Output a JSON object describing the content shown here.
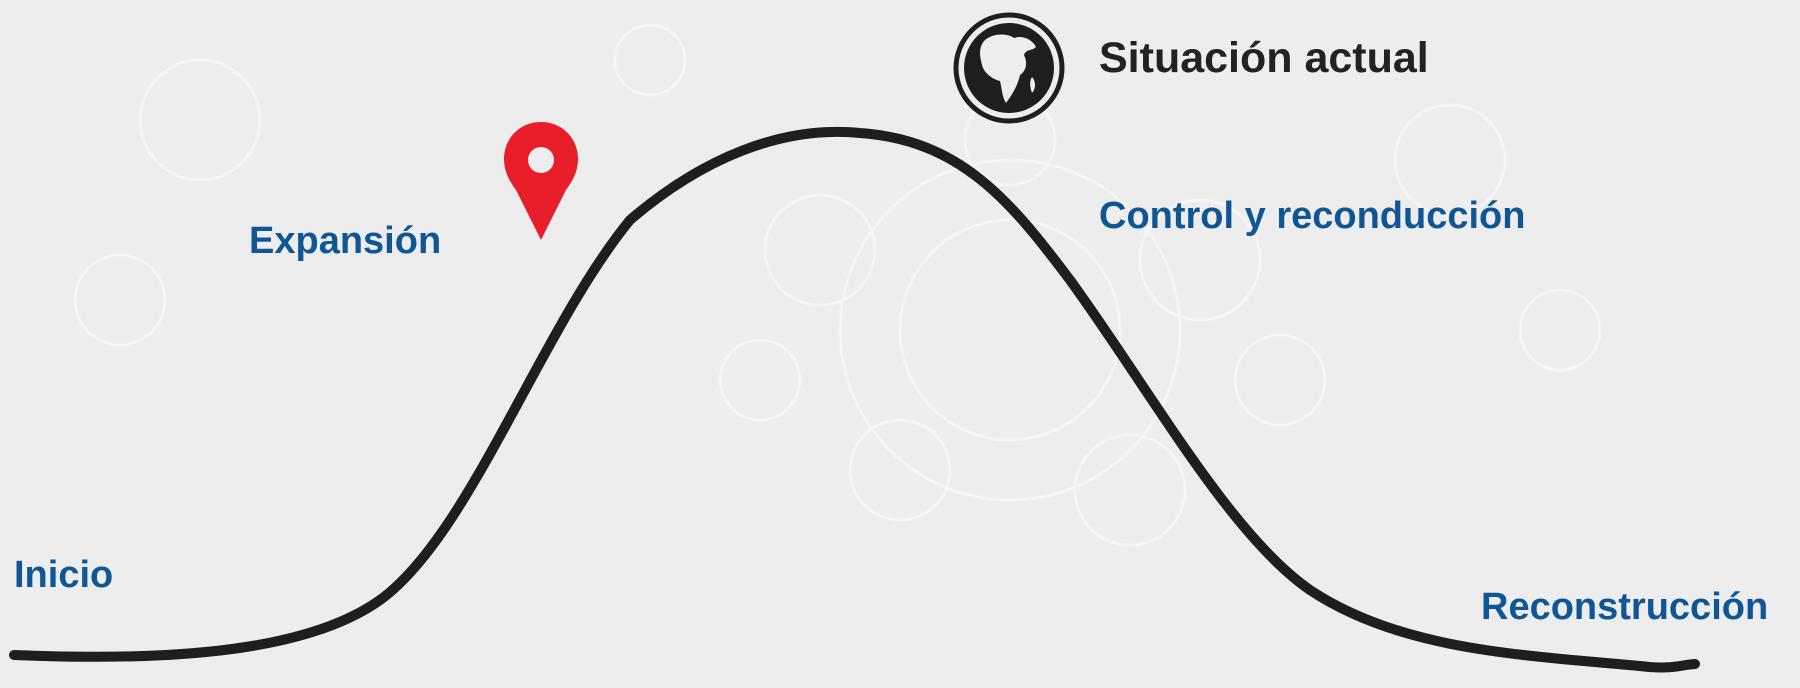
{
  "diagram": {
    "stages": {
      "inicio": "Inicio",
      "expansion": "Expansión",
      "control": "Control y reconducción",
      "reconstruccion": "Reconstrucción"
    },
    "current_marker": {
      "label": "Situación actual",
      "icon": "globe-africa-icon"
    },
    "position_marker": {
      "icon": "map-pin-icon"
    }
  },
  "colors": {
    "background": "#ededed",
    "stage_text": "#0f5694",
    "current_text": "#222222",
    "curve": "#1e1e1e",
    "pin": "#e81f2a",
    "globe": "#1e1e1e"
  }
}
